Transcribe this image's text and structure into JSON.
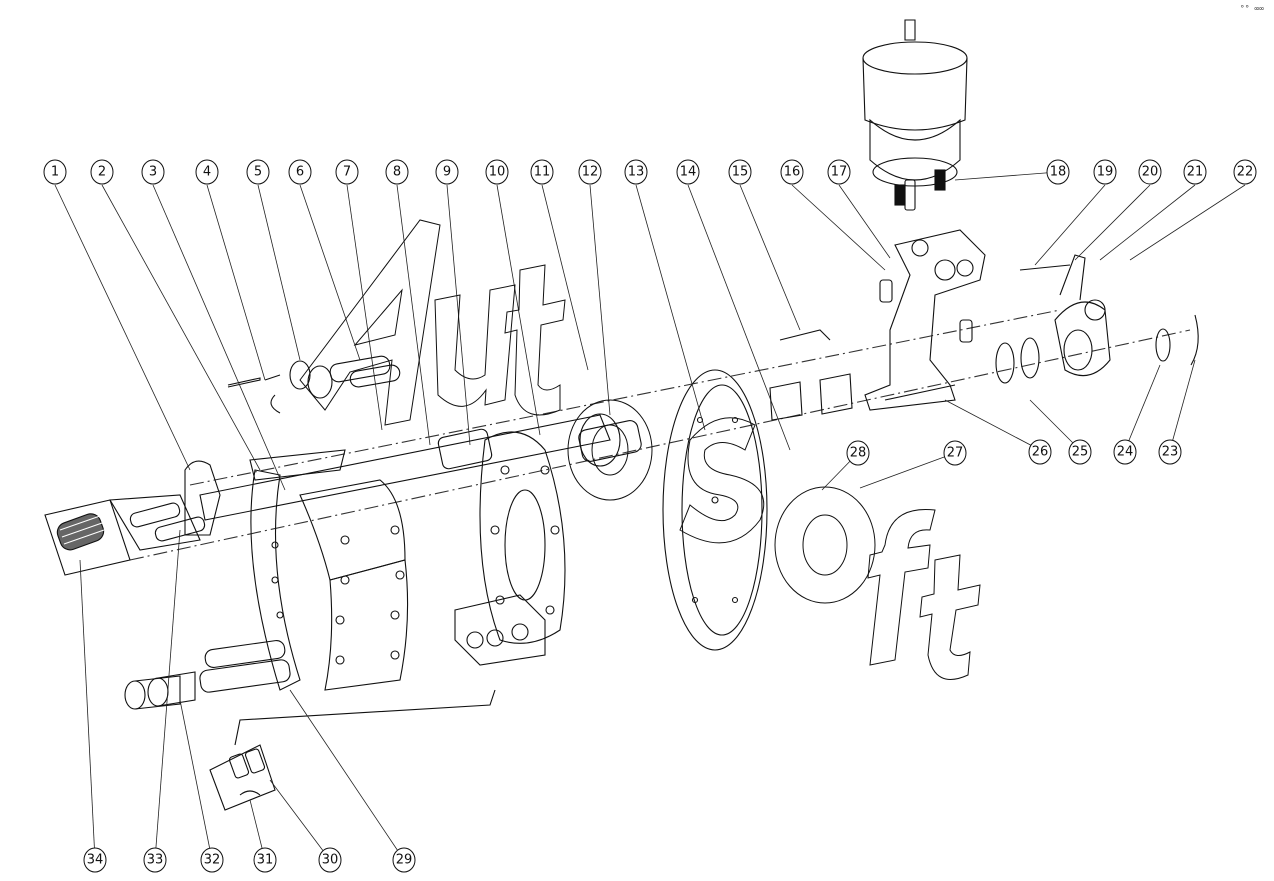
{
  "corner_mark": "°° ∞∞",
  "watermark": "AutoSoft",
  "callouts_top": [
    "1",
    "2",
    "3",
    "4",
    "5",
    "6",
    "7",
    "8",
    "9",
    "10",
    "11",
    "12",
    "13",
    "14",
    "15",
    "16",
    "17",
    "18",
    "19",
    "20",
    "21",
    "22"
  ],
  "callouts_right": [
    "26",
    "25",
    "24",
    "23",
    "28",
    "27"
  ],
  "callouts_bottom": [
    "34",
    "33",
    "32",
    "31",
    "30",
    "29"
  ]
}
